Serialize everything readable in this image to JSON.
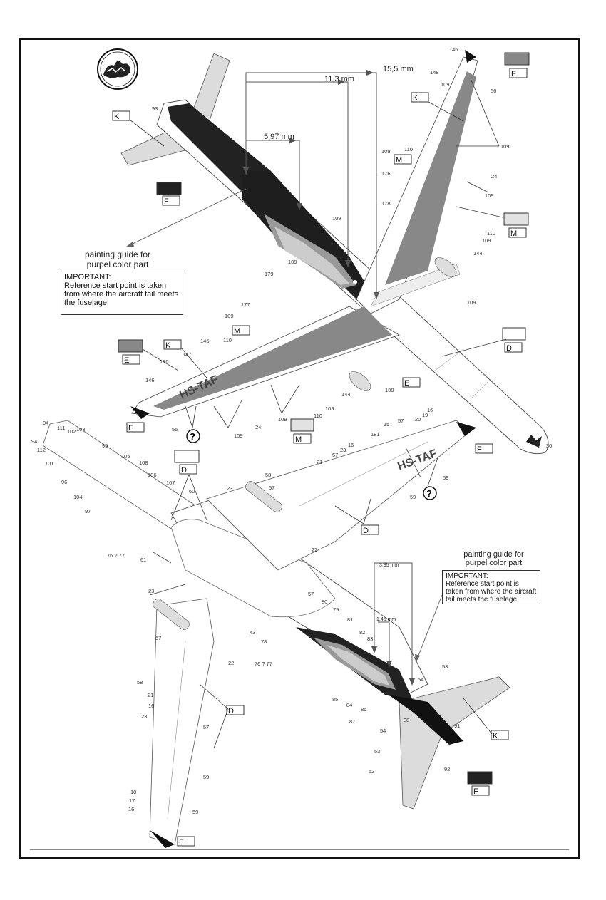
{
  "guide_top": {
    "line1": "painting guide for",
    "line2": "purpel color part"
  },
  "important_top": {
    "title": "IMPORTANT:",
    "body": "Reference start point is taken from where the aircraft tail meets the fuselage."
  },
  "guide_bottom": {
    "line1": "painting guide for",
    "line2": "purpel color part"
  },
  "important_bottom": {
    "title": "IMPORTANT:",
    "body": "Reference start point is taken from where the aircraft tail meets the fuselage."
  },
  "dimensions": {
    "d1": "15,5 mm",
    "d2": "11,3 mm",
    "d3": "5,97 mm",
    "d4": "3,95 mm",
    "d5": "1,45 mm"
  },
  "registration": "HS-TAF",
  "unknown_marker": "?",
  "color_keys": {
    "K": "K",
    "E": "E",
    "F": "F",
    "M": "M",
    "D": "D"
  },
  "swatches": {
    "F": "#222222",
    "E": "#888888",
    "M": "#e2e2e2",
    "D": "#ffffff",
    "K": "#cfcfcf"
  },
  "callouts": {
    "n146": "146",
    "n148": "148",
    "n56": "56",
    "n109": "109",
    "n24": "24",
    "n110": "110",
    "n144": "144",
    "n176": "176",
    "n178": "178",
    "n93": "93",
    "n179": "179",
    "n177": "177",
    "n145": "145",
    "n147": "147",
    "n180": "180",
    "n55": "55",
    "n30": "30",
    "n94": "94",
    "n111": "111",
    "n102": "102",
    "n103": "103",
    "n112": "112",
    "n101": "101",
    "n96": "96",
    "n104": "104",
    "n97": "97",
    "n95": "95",
    "n105": "105",
    "n108": "108",
    "n106": "106",
    "n107": "107",
    "n60": "60",
    "n61": "61",
    "n7677": "76 ? 77",
    "n23": "23",
    "n58": "58",
    "n57": "57",
    "n21": "21",
    "n16": "16",
    "n15": "15",
    "n181": "181",
    "n20": "20",
    "n19": "19",
    "n18": "18",
    "n59": "59",
    "n22": "22",
    "n43": "43",
    "n80": "80",
    "n79": "79",
    "n78": "78",
    "n81": "81",
    "n82": "82",
    "n83": "83",
    "n85": "85",
    "n84": "84",
    "n86": "86",
    "n87": "87",
    "n88": "88",
    "n54": "54",
    "n53": "53",
    "n91": "91",
    "n92": "92",
    "n52": "52",
    "n17": "17"
  }
}
